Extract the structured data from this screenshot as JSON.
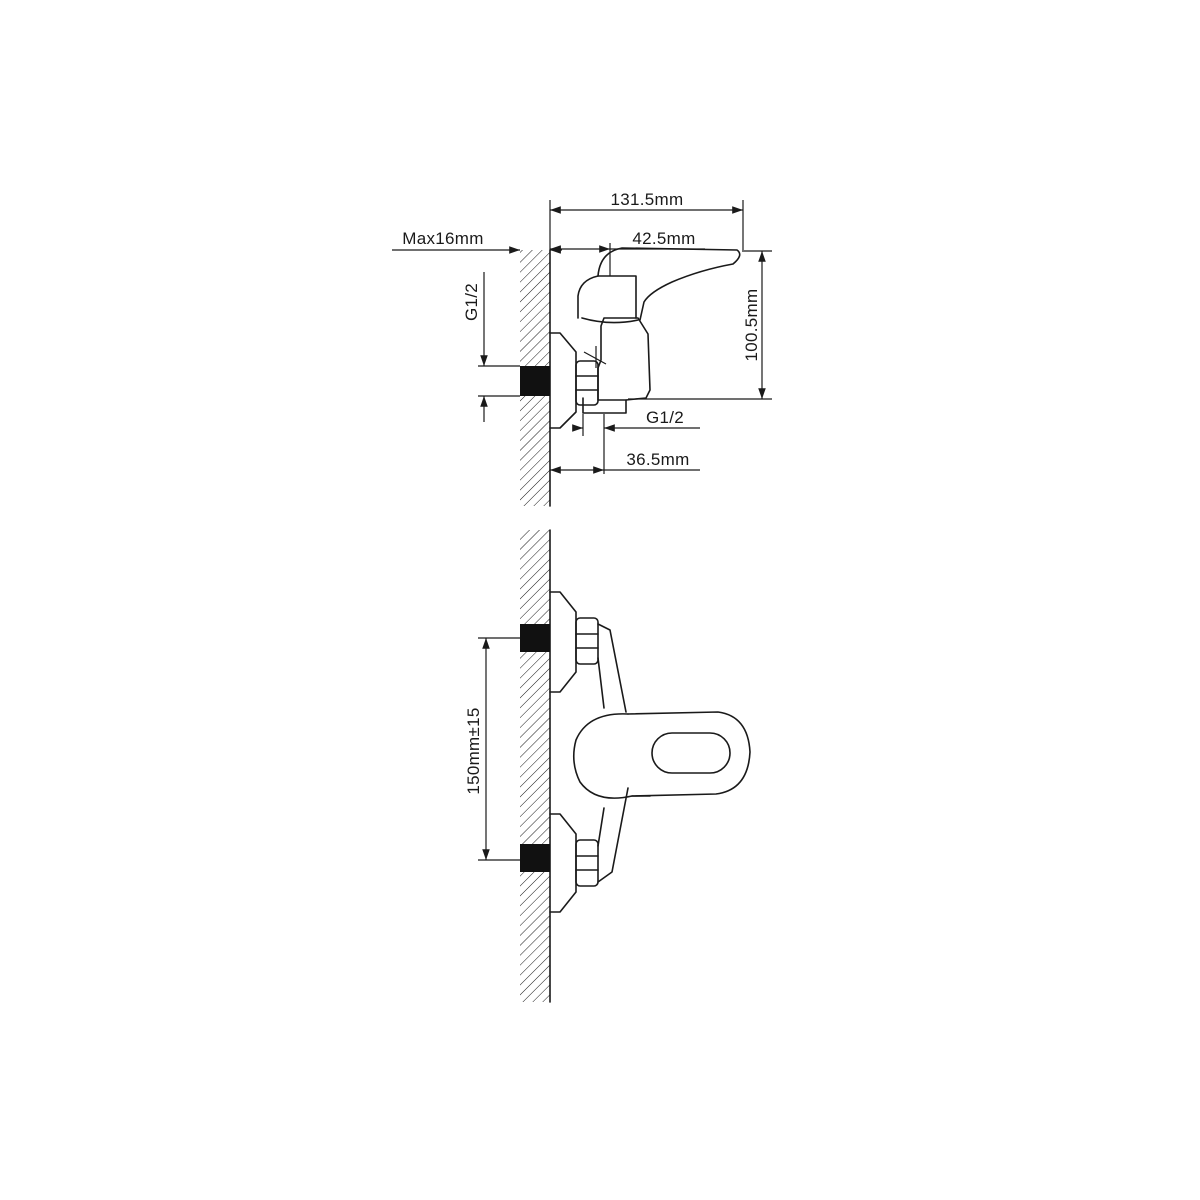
{
  "dimensions": {
    "width_total": "131.5mm",
    "handle_offset": "42.5mm",
    "height_total": "100.5mm",
    "wall_thickness": "Max16mm",
    "inlet_thread": "G1/2",
    "outlet_thread": "G1/2",
    "outlet_offset": "36.5mm",
    "inlet_spacing": "150mm±15"
  }
}
